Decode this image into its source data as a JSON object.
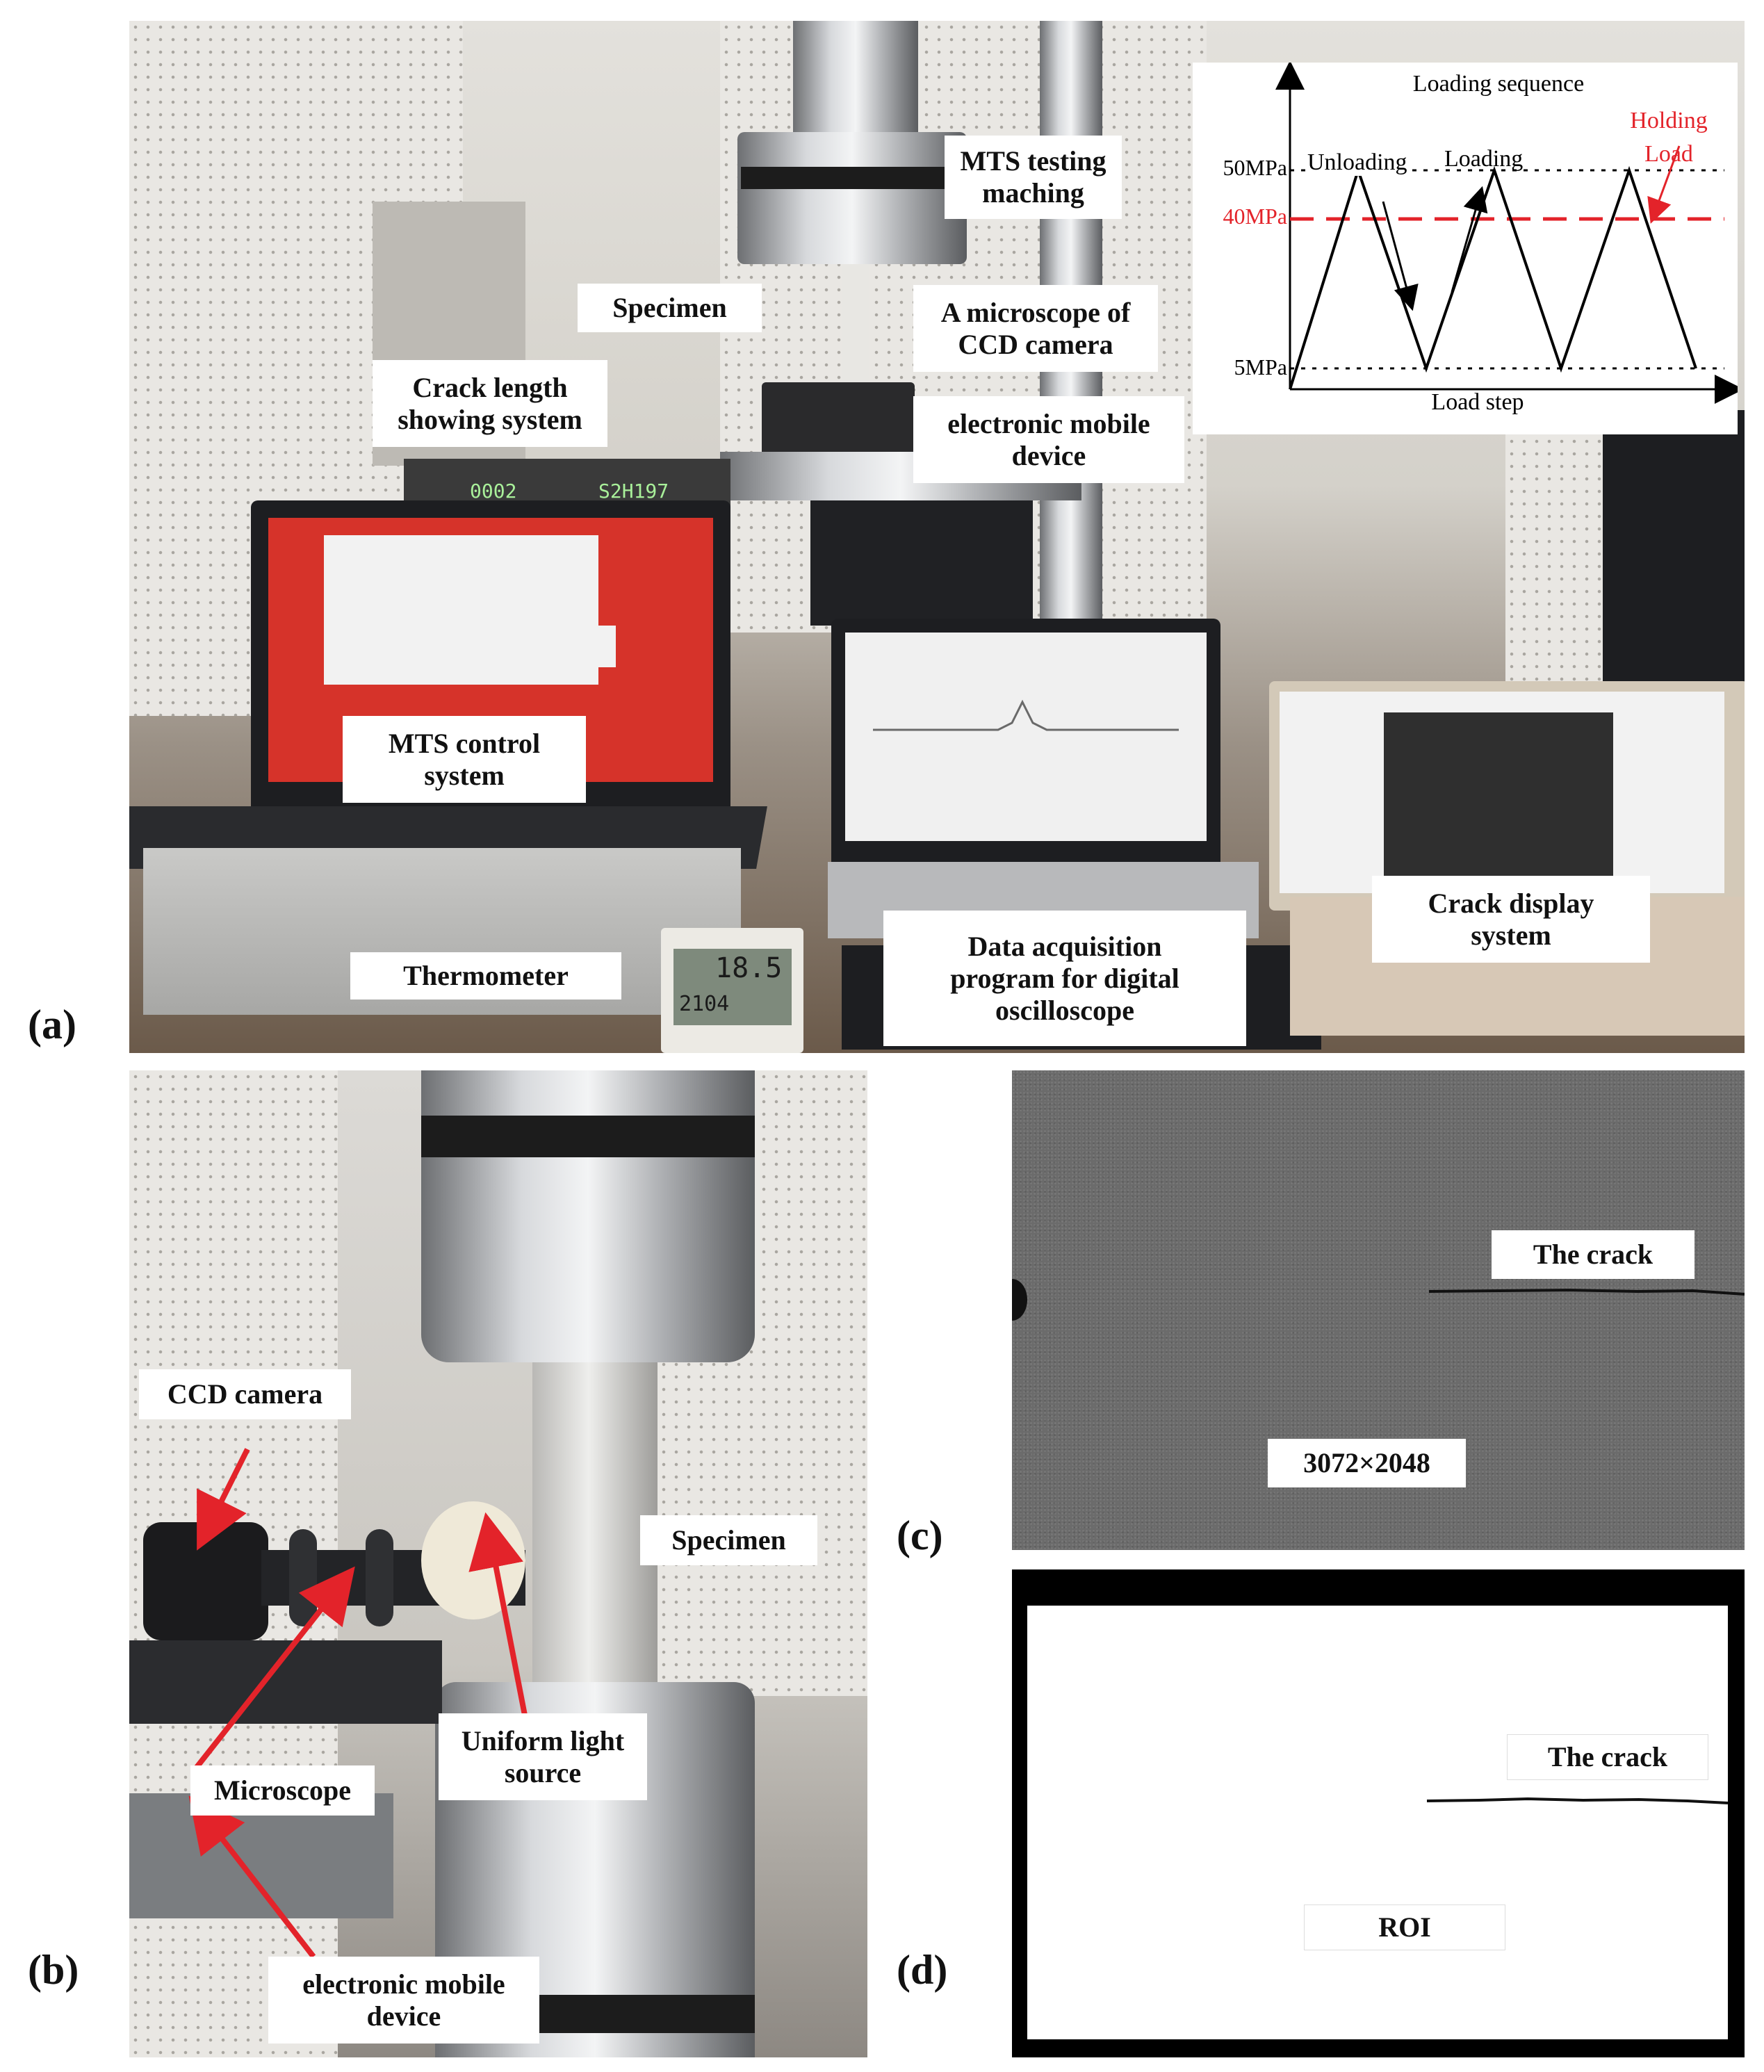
{
  "panel_letters": {
    "a": "(a)",
    "b": "(b)",
    "c": "(c)",
    "d": "(d)"
  },
  "panel_a": {
    "labels": {
      "mts_testing": "MTS testing\nmaching",
      "specimen": "Specimen",
      "microscope_ccd": "A microscope of\nCCD camera",
      "crack_length": "Crack length\nshowing system",
      "electronic_mobile": "electronic mobile\ndevice",
      "mts_control": "MTS control\nsystem",
      "thermometer": "Thermometer",
      "data_acquisition": "Data acquisition\nprogram for digital\noscilloscope",
      "crack_display": "Crack display\nsystem"
    },
    "device_readouts": {
      "crack_counter_left": "0002",
      "crack_counter_right": "S2H197",
      "thermometer_temp": "18.5",
      "thermometer_date": "2104"
    },
    "loading_diagram": {
      "title": "Loading sequence",
      "xlabel": "Load step",
      "levels": {
        "max": "50MPa",
        "hold": "40MPa",
        "min": "5MPa"
      },
      "annotations": {
        "unloading": "Unloading",
        "loading": "Loading",
        "holding_load": "Holding\nLoad"
      },
      "colors": {
        "hold_line": "#e3232a",
        "curve": "#000000"
      }
    }
  },
  "panel_b": {
    "labels": {
      "ccd_camera": "CCD camera",
      "microscope": "Microscope",
      "uniform_light": "Uniform light\nsource",
      "specimen": "Specimen",
      "electronic_mobile": "electronic mobile\ndevice"
    },
    "arrow_color": "#e3232a"
  },
  "panel_c": {
    "crack_label": "The crack",
    "resolution": "3072×2048"
  },
  "panel_d": {
    "crack_label": "The crack",
    "roi_label": "ROI"
  }
}
